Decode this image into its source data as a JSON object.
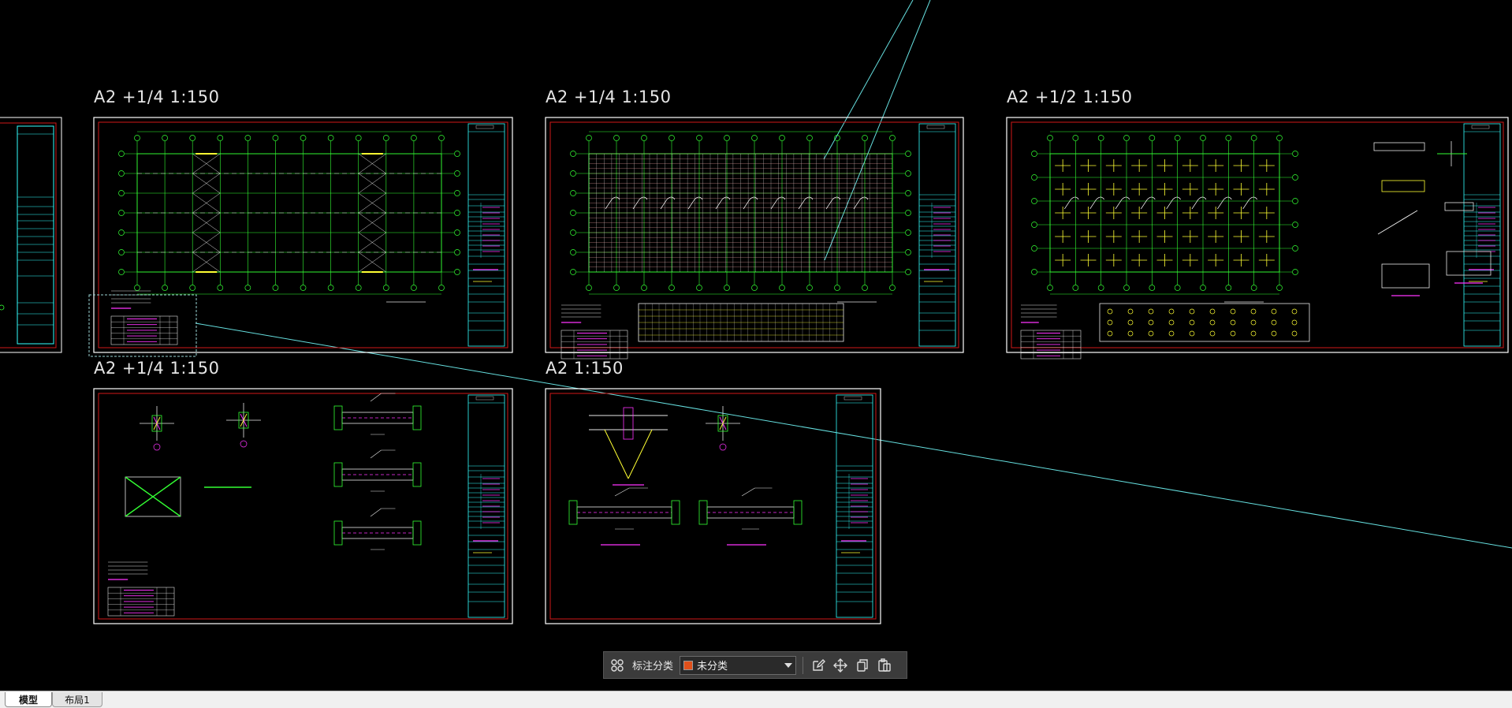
{
  "sheets": [
    {
      "label": "A2 +1/4  1:150"
    },
    {
      "label": "A2 +1/4  1:150"
    },
    {
      "label": "A2 +1/2  1:150"
    },
    {
      "label": "A2 +1/4  1:150"
    },
    {
      "label": "A2  1:150"
    }
  ],
  "toolbar": {
    "category_label": "标注分类",
    "category_value": "未分类",
    "swatch_color": "#e0501a",
    "tools": [
      "grid-icon",
      "edit-icon",
      "move-icon",
      "copy-icon",
      "paste-icon"
    ]
  },
  "tabs": [
    {
      "label": "模型"
    },
    {
      "label": "布局1"
    }
  ],
  "colors": {
    "background": "#000000",
    "sheet_border": "#ffffff",
    "inner_frame": "#d01818",
    "grid_line": "#33ff33",
    "cyan": "#33ffff",
    "yellow": "#ffff33",
    "magenta": "#ff33ff"
  }
}
